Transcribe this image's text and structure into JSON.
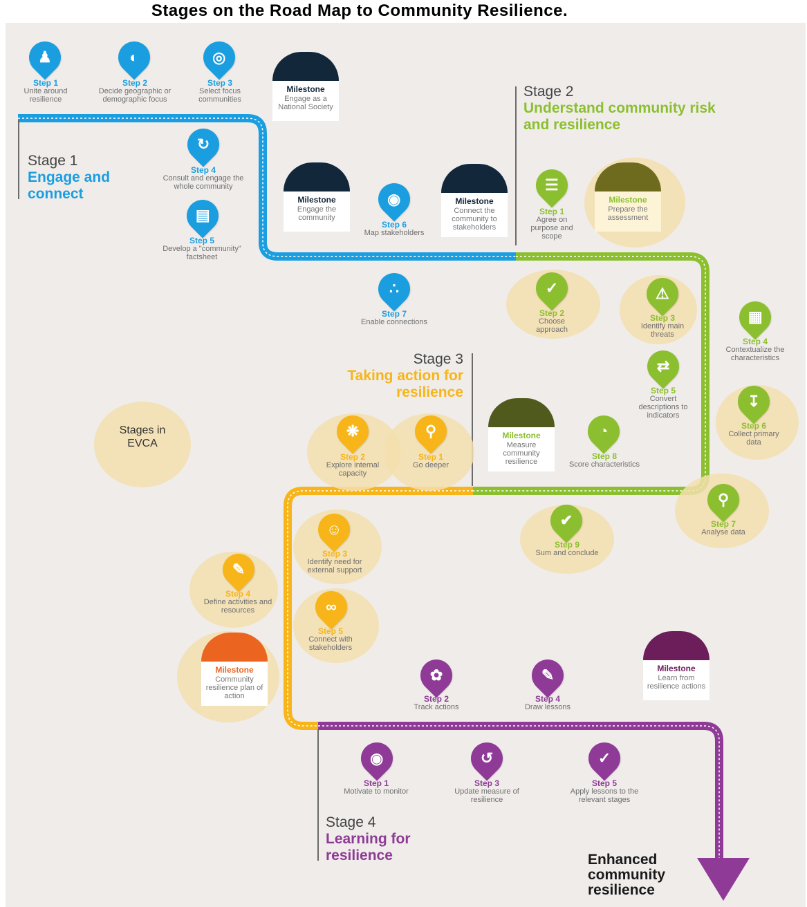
{
  "title": "Stages on the Road Map to Community Resilience.",
  "colors": {
    "blue": "#1a9ee0",
    "green": "#8cbf2f",
    "orange": "#f7b519",
    "purple": "#8e3a96",
    "background": "#efecea"
  },
  "evca_label": "Stages in EVCA",
  "stage1": {
    "number": "Stage 1",
    "title": "Engage and connect",
    "step1": {
      "head": "Step 1",
      "text": "Unite around resilience",
      "icon": "people-icon"
    },
    "step2": {
      "head": "Step 2",
      "text": "Decide geographic or demographic focus",
      "icon": "globe-icon"
    },
    "step3": {
      "head": "Step 3",
      "text": "Select focus communities",
      "icon": "target-icon"
    },
    "step4": {
      "head": "Step 4",
      "text": "Consult and engage the whole community",
      "icon": "cycle-icon"
    },
    "step5": {
      "head": "Step 5",
      "text": "Develop a \"community\" factsheet",
      "icon": "factsheet-icon"
    },
    "step6": {
      "head": "Step 6",
      "text": "Map stakeholders",
      "icon": "map-icon"
    },
    "step7": {
      "head": "Step 7",
      "text": "Enable connections",
      "icon": "network-icon"
    },
    "milestone1": {
      "head": "Milestone",
      "text": "Engage as a National Society"
    },
    "milestone2": {
      "head": "Milestone",
      "text": "Engage the community"
    },
    "milestone3": {
      "head": "Milestone",
      "text": "Connect the community to stakeholders"
    }
  },
  "stage2": {
    "number": "Stage 2",
    "title": "Understand community risk and resilience",
    "step1": {
      "head": "Step 1",
      "text": "Agree on purpose and scope",
      "icon": "clipboard-icon"
    },
    "step2": {
      "head": "Step 2",
      "text": "Choose approach",
      "icon": "check-icon"
    },
    "step3": {
      "head": "Step 3",
      "text": "Identify main threats",
      "icon": "warning-icon"
    },
    "step4": {
      "head": "Step 4",
      "text": "Contextualize the characteristics",
      "icon": "grid-icon"
    },
    "step5": {
      "head": "Step 5",
      "text": "Convert descriptions to indicators",
      "icon": "convert-icon"
    },
    "step6": {
      "head": "Step 6",
      "text": "Collect primary data",
      "icon": "download-icon"
    },
    "step7": {
      "head": "Step 7",
      "text": "Analyse data",
      "icon": "analyse-icon"
    },
    "step8": {
      "head": "Step 8",
      "text": "Score characteristics",
      "icon": "gauge-icon"
    },
    "step9": {
      "head": "Step 9",
      "text": "Sum and conclude",
      "icon": "check-circle-icon"
    },
    "milestone1": {
      "head": "Milestone",
      "text": "Prepare the assessment"
    },
    "milestone2": {
      "head": "Milestone",
      "text": "Measure community resilience"
    }
  },
  "stage3": {
    "number": "Stage 3",
    "title": "Taking action for resilience",
    "step1": {
      "head": "Step 1",
      "text": "Go deeper",
      "icon": "magnifier-icon"
    },
    "step2": {
      "head": "Step 2",
      "text": "Explore internal capacity",
      "icon": "capacity-icon"
    },
    "step3": {
      "head": "Step 3",
      "text": "Identify need for external support",
      "icon": "support-icon"
    },
    "step4": {
      "head": "Step 4",
      "text": "Define activities and resources",
      "icon": "resources-icon"
    },
    "step5": {
      "head": "Step 5",
      "text": "Connect with stakeholders",
      "icon": "connect-icon"
    },
    "milestone": {
      "head": "Milestone",
      "text": "Community resilience plan of action"
    }
  },
  "stage4": {
    "number": "Stage 4",
    "title": "Learning for resilience",
    "step1": {
      "head": "Step 1",
      "text": "Motivate to monitor",
      "icon": "eye-icon"
    },
    "step2": {
      "head": "Step 2",
      "text": "Track actions",
      "icon": "paw-icon"
    },
    "step3": {
      "head": "Step 3",
      "text": "Update measure of resilience",
      "icon": "update-icon"
    },
    "step4": {
      "head": "Step 4",
      "text": "Draw lessons",
      "icon": "pencil-icon"
    },
    "step5": {
      "head": "Step 5",
      "text": "Apply lessons to the relevant stages",
      "icon": "check-icon"
    },
    "milestone": {
      "head": "Milestone",
      "text": "Learn from resilience actions"
    }
  },
  "outcome": "Enhanced community resilience"
}
